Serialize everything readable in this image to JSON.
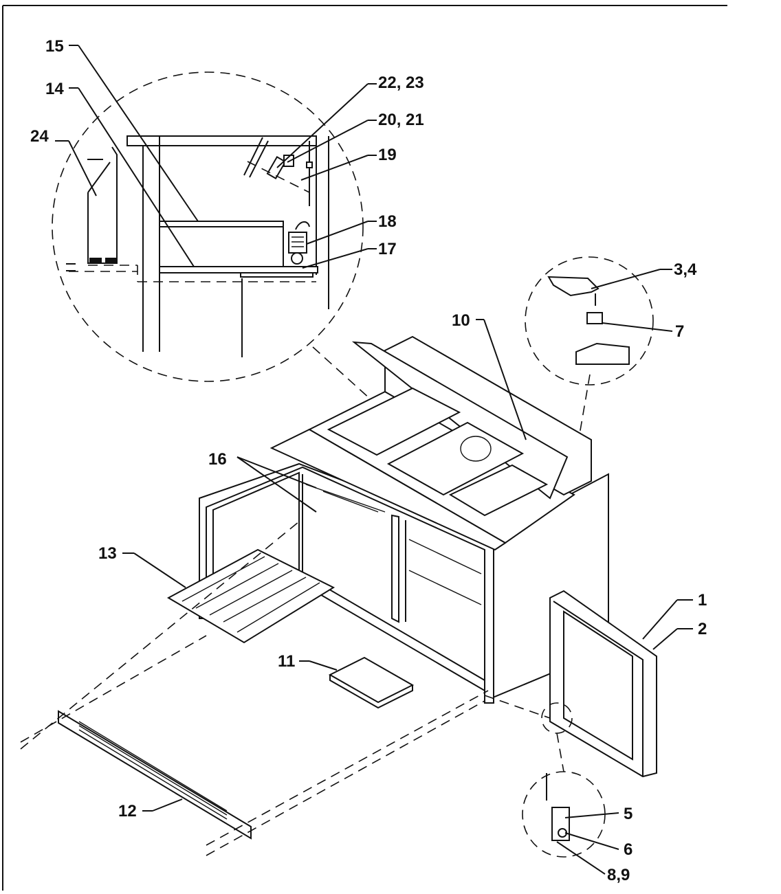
{
  "labels": {
    "l1": "1",
    "l2": "2",
    "l3": "3,4",
    "l5": "5",
    "l6": "6",
    "l7": "7",
    "l8": "8,9",
    "l10": "10",
    "l11": "11",
    "l12": "12",
    "l13": "13",
    "l14": "14",
    "l15": "15",
    "l16": "16",
    "l17": "17",
    "l18": "18",
    "l19": "19",
    "l20": "20, 21",
    "l22": "22, 23",
    "l24": "24"
  }
}
